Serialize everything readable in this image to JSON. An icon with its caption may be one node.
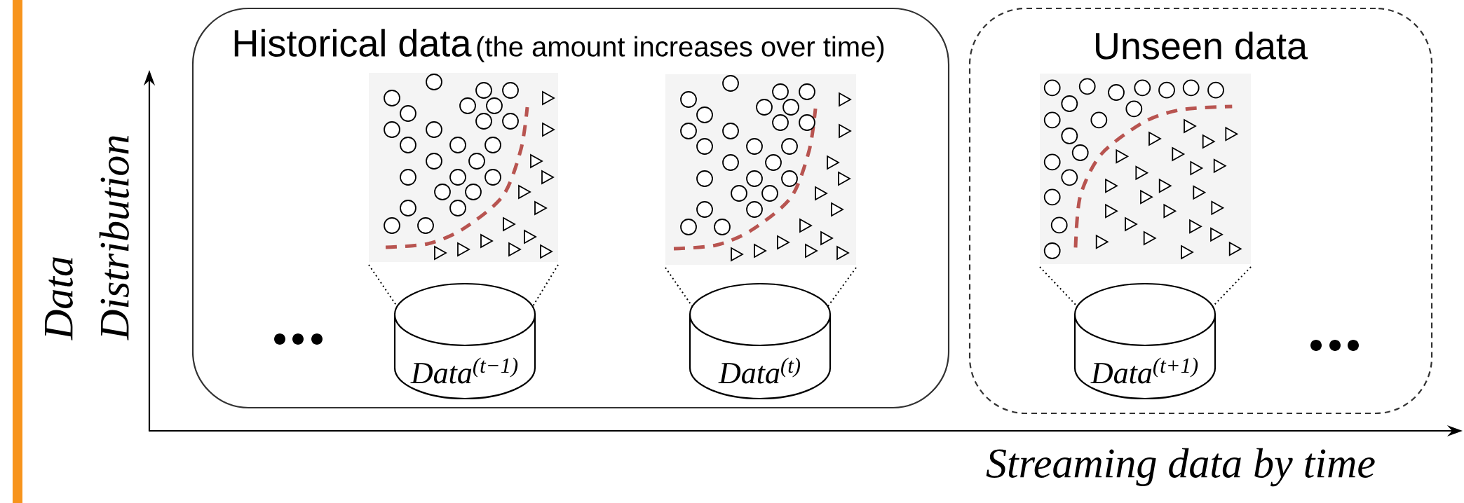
{
  "diagram": {
    "nodes": [
      {
        "text": [
          "Historical data",
          "(the amount increases over time)"
        ]
      },
      {
        "text": [
          "Unseen data"
        ]
      },
      {
        "text": [
          "Data$^{(t−1)}$"
        ],
        "in": 0
      },
      {
        "text": [
          "Data$^{(t)}$"
        ],
        "in": 0
      },
      {
        "text": [
          "Data$^{(t+1)}$"
        ],
        "in": 1
      },
      {
        "text": [],
        "shape": "bar"
      }
    ],
    "labels": [
      "Data Distribution",
      "Streaming data by time"
    ]
  }
}
